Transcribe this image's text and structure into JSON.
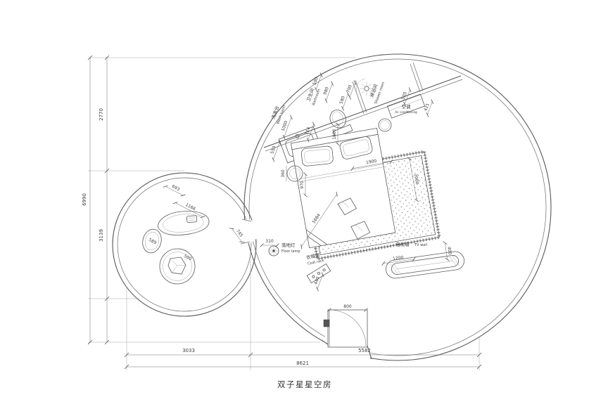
{
  "title": "双子星星空房",
  "colors": {
    "line_color": "#5a5a5a",
    "dim_text_color": "#3d3d3d",
    "background": "#ffffff"
  },
  "labels": {
    "bathroom_zh": "卫生间",
    "bathroom_en": "Bathroom",
    "shower_zh": "淋浴间",
    "shower_en": "Shower room",
    "washbasin_zh": "洗漱台",
    "washbasin_en": "Wash basin",
    "aircon_zh": "空调",
    "aircon_en": "Air conditioning",
    "floorlamp_zh": "落地灯",
    "floorlamp_en": "Floor lamp",
    "coatrack_zh": "衣帽架",
    "coatrack_en": "Coat rack",
    "tvwall_zh": "电视墙",
    "tvwall_en": "TV wall"
  },
  "dimensions": {
    "left_upper": "2770",
    "left_lower": "3139",
    "left_total": "6990",
    "bottom_left": "3033",
    "bottom_right": "5582",
    "bottom_total": "8621",
    "top_chain": [
      "590",
      "980",
      "700",
      "580",
      "520",
      "421"
    ],
    "bath_chain": [
      "550",
      "1000",
      "714",
      "1800"
    ],
    "room_chain": [
      "360",
      "970",
      "1900",
      "2000",
      "5684",
      "745"
    ],
    "annex_chain": [
      "693",
      "1166",
      "589",
      "500"
    ],
    "furniture_chain": [
      "310",
      "440",
      "1200",
      "400",
      "800"
    ]
  }
}
